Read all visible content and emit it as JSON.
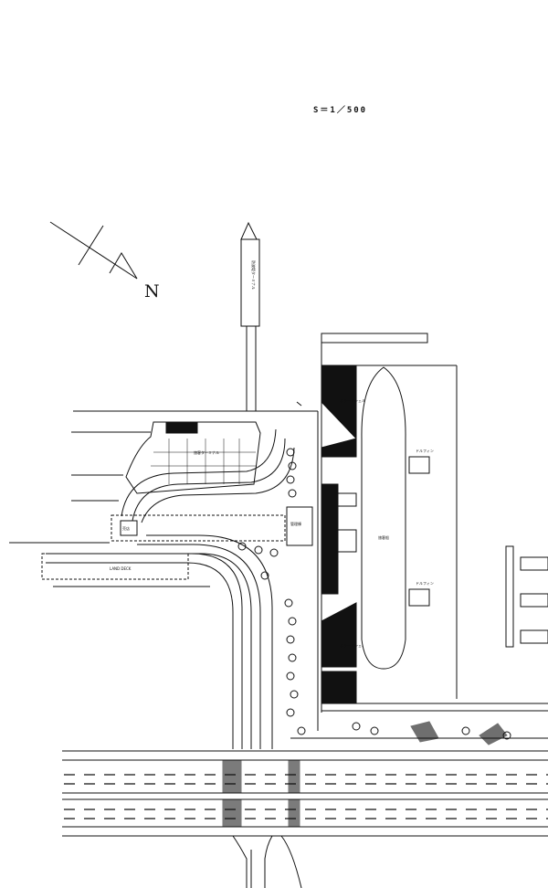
{
  "scale": "S＝1／500",
  "north_label": "N",
  "labels": {
    "terminal": "旅客ターミナル",
    "ship": "旅客船",
    "dolphin_upper": "ドルフィン",
    "dolphin_lower": "ドルフィン",
    "breakwater": "防波堤ターミナル",
    "deck": "LAND DECK",
    "kiosk": "売店",
    "facility": "管理棟",
    "shelter_upper": "ボラードシェルター",
    "shelter_lower": "ボラードシェルター"
  }
}
